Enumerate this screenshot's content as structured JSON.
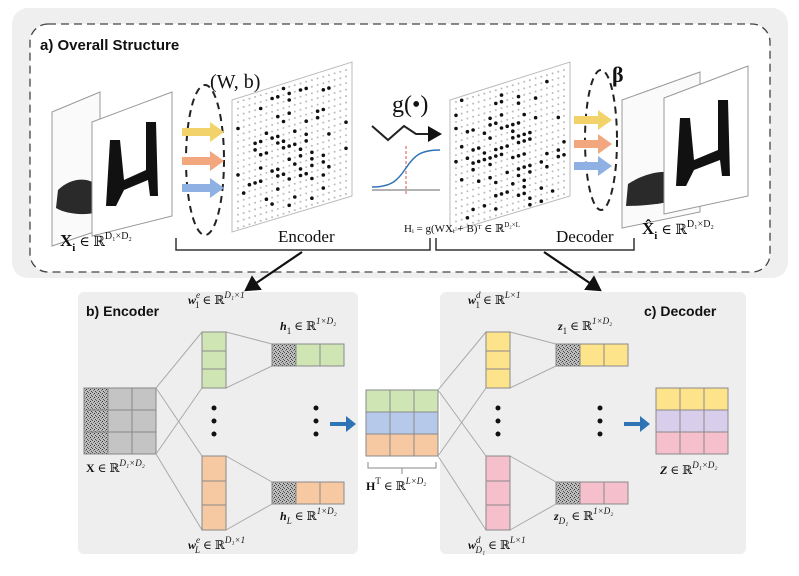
{
  "panel_a": {
    "title": "a) Overall Structure",
    "input_label": "X",
    "input_sub": "i",
    "input_set": "∈ ℝ",
    "input_sup": "D₁×D₂",
    "encoder_weights": "(W, b)",
    "activation": "g(•)",
    "encoder_label": "Encoder",
    "decoder_label": "Decoder",
    "hidden_eq": "Hᵢ = g(WXᵢ + B)ᵀ ∈ ℝ",
    "hidden_sup": "D₂×L",
    "beta": "β",
    "output_label": "X̂",
    "output_sub": "i",
    "output_set": "∈ ℝ",
    "output_sup": "D₁×D₂"
  },
  "panel_b": {
    "title": "b) Encoder",
    "w_top": "w",
    "w_top_sup": "e",
    "w_top_sub": "1",
    "w_top_set": "∈ ℝ",
    "w_top_setsup": "D₁×1",
    "w_bot": "w",
    "w_bot_sup": "e",
    "w_bot_sub": "L",
    "w_bot_set": "∈ ℝ",
    "w_bot_setsup": "D₁×1",
    "h_top": "h",
    "h_top_sub": "1",
    "h_top_set": "∈ ℝ",
    "h_top_setsup": "1×D₂",
    "h_bot": "h",
    "h_bot_sub": "L",
    "h_bot_set": "∈ ℝ",
    "h_bot_setsup": "1×D₂",
    "x_label": "X",
    "x_set": "∈ ℝ",
    "x_setsup": "D₁×D₂"
  },
  "middle": {
    "h_label": "H",
    "h_sup": "T",
    "h_set": "∈ ℝ",
    "h_setsup": "L×D₂"
  },
  "panel_c": {
    "title": "c) Decoder",
    "w_top": "w",
    "w_top_sup": "d",
    "w_top_sub": "1",
    "w_top_set": "∈ ℝ",
    "w_top_setsup": "L×1",
    "w_bot": "w",
    "w_bot_sup": "d",
    "w_bot_sub": "D₁",
    "w_bot_set": "∈ ℝ",
    "w_bot_setsup": "L×1",
    "z_top": "z",
    "z_top_sub": "1",
    "z_top_set": "∈ ℝ",
    "z_top_setsup": "1×D₂",
    "z_bot": "z",
    "z_bot_sub": "D₁",
    "z_bot_set": "∈ ℝ",
    "z_bot_setsup": "1×D₂",
    "z_label": "Z",
    "z_set": "∈ ℝ",
    "z_setsup": "D₁×D₂"
  },
  "colors": {
    "green": "#cfe6b4",
    "orange": "#f7c9a3",
    "yellow": "#fde38a",
    "pink": "#f5bfcc",
    "blue": "#b7c9ea",
    "lavender": "#d8cdea",
    "gray": "#c4c4c4",
    "panel_bg": "#eeeeee",
    "arrow_blue": "#2e74b5",
    "yellow_arrow": "#f2d36b",
    "orange_arrow": "#f3a77f",
    "blue_arrow": "#8fb0e3"
  }
}
